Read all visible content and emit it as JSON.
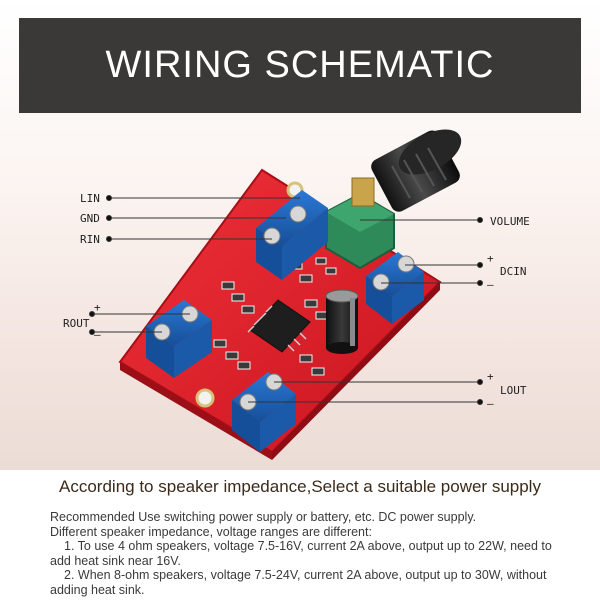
{
  "header": {
    "title": "WIRING SCHEMATIC"
  },
  "labels": {
    "lin": "LIN",
    "gnd": "GND",
    "rin": "RIN",
    "volume": "VOLUME",
    "dcin": "DCIN",
    "rout": "ROUT",
    "lout": "LOUT",
    "plus": "+",
    "minus": "–"
  },
  "caption": "According to speaker impedance,Select a suitable power supply",
  "notes": {
    "line1": "Recommended Use switching power supply or battery, etc. DC power supply.",
    "line2": "Different speaker impedance, voltage ranges are different:",
    "line3": "1. To use 4 ohm speakers, voltage 7.5-16V, current 2A above, output up to 22W, need to",
    "line4": "add heat sink near 16V.",
    "line5": "2. When 8-ohm speakers, voltage 7.5-24V, current 2A above, output up to 30W, without",
    "line6": "adding heat sink."
  },
  "colors": {
    "header_bg": "#3b3938",
    "pcb": "#e2202a",
    "terminal": "#1f63b8",
    "potentiometer": "#2f8a5a",
    "knob": "#1c1c1c"
  }
}
